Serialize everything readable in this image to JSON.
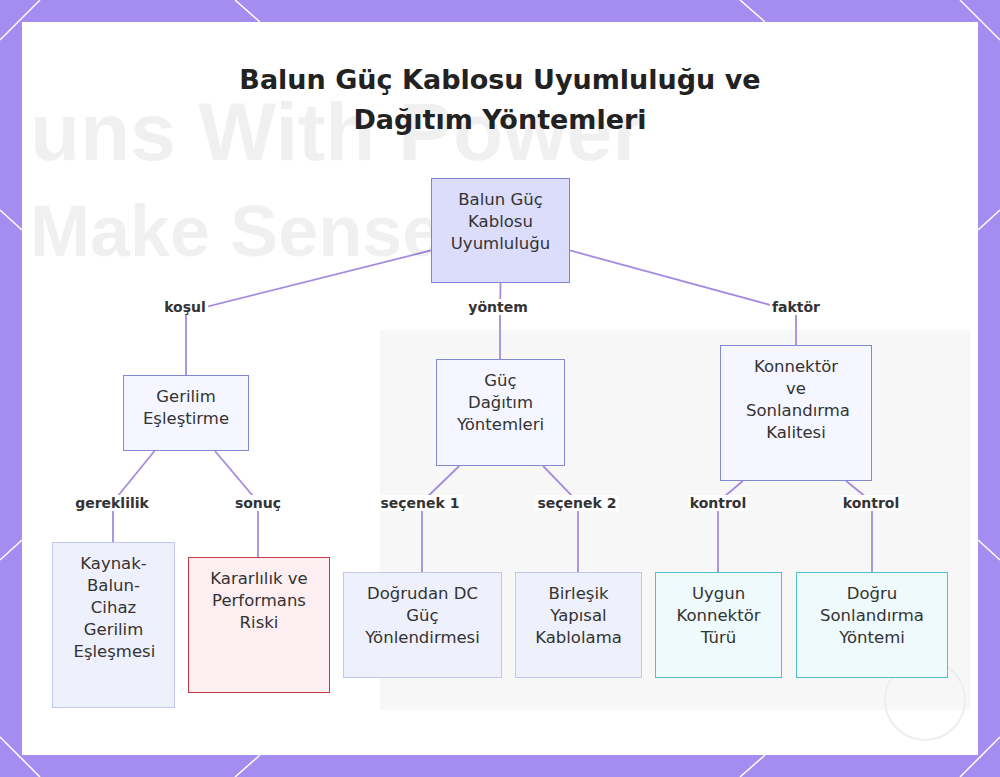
{
  "diagram": {
    "title": "Balun Güç Kablosu Uyumluluğu ve Dağıtım Yöntemleri",
    "nodes": [
      {
        "text": [
          "Balun Güç Kablosu Uyumluluğu"
        ]
      },
      {
        "text": [
          "Gerilim Eşleştirme"
        ]
      },
      {
        "text": [
          "Güç Dağıtım Yöntemleri"
        ]
      },
      {
        "text": [
          "Konnektör ve Sonlandırma Kalitesi"
        ]
      },
      {
        "text": [
          "Kaynak-Balun-Cihaz Gerilim Eşleşmesi"
        ]
      },
      {
        "text": [
          "Kararlılık ve Performans Riski"
        ]
      },
      {
        "text": [
          "Doğrudan DC Güç Yönlendirmesi"
        ]
      },
      {
        "text": [
          "Birleşik Yapısal Kablolama"
        ]
      },
      {
        "text": [
          "Uygun Konnektör Türü"
        ]
      },
      {
        "text": [
          "Doğru Sonlandırma Yöntemi"
        ]
      }
    ],
    "edges": [
      {
        "from": 0,
        "to": 1,
        "label": "koşul",
        "arrow": "none"
      },
      {
        "from": 0,
        "to": 2,
        "label": "yöntem",
        "arrow": "none"
      },
      {
        "from": 0,
        "to": 3,
        "label": "faktör",
        "arrow": "none"
      },
      {
        "from": 1,
        "to": 4,
        "label": "gereklilik",
        "arrow": "none"
      },
      {
        "from": 1,
        "to": 5,
        "label": "sonuç",
        "arrow": "none"
      },
      {
        "from": 2,
        "to": 6,
        "label": "seçenek 1",
        "arrow": "none"
      },
      {
        "from": 2,
        "to": 7,
        "label": "seçenek 2",
        "arrow": "none"
      },
      {
        "from": 3,
        "to": 8,
        "label": "kontrol",
        "arrow": "none"
      },
      {
        "from": 3,
        "to": 9,
        "label": "kontrol",
        "arrow": "none"
      }
    ],
    "labels": [
      "uns With Power",
      "Make Sense"
    ]
  }
}
